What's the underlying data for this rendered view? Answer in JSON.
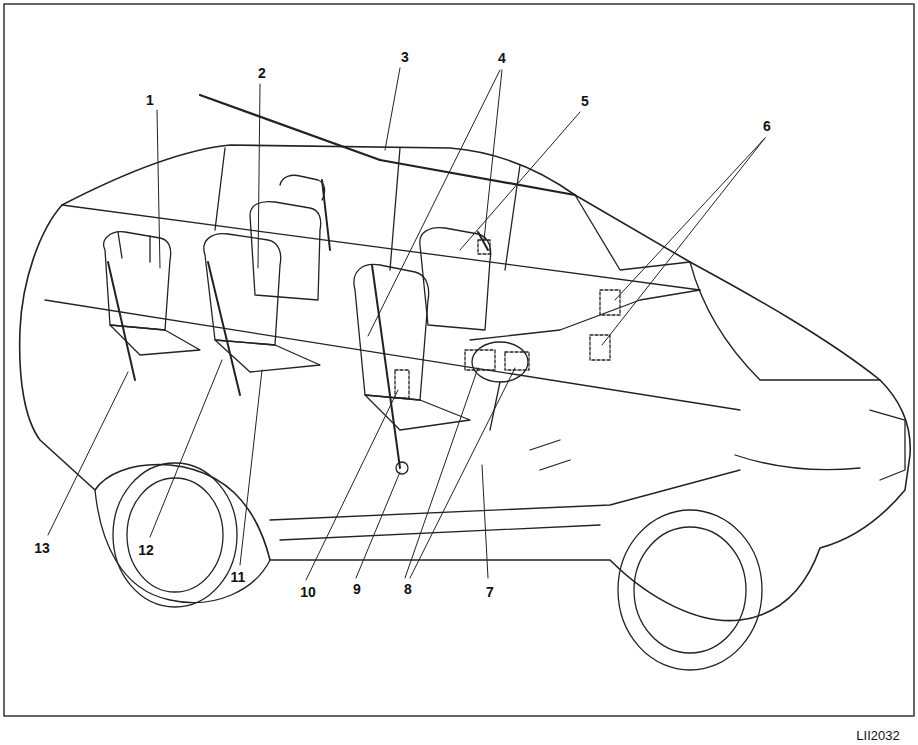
{
  "diagram": {
    "labels": [
      "1",
      "2",
      "3",
      "4",
      "5",
      "6",
      "13",
      "12",
      "11",
      "10",
      "9",
      "8",
      "7",
      "LII2032"
    ]
  }
}
